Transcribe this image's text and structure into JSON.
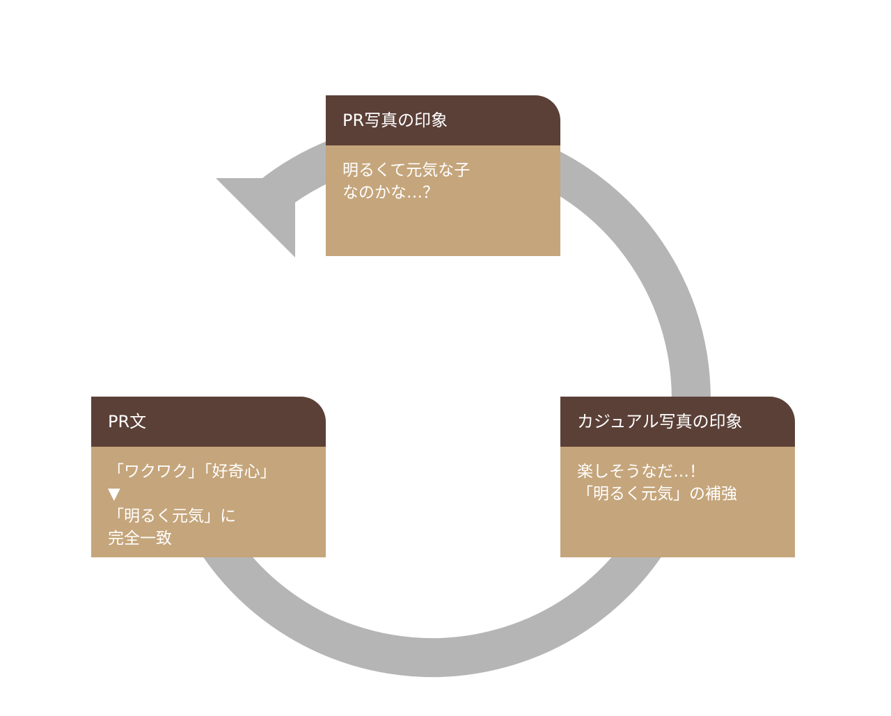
{
  "colors": {
    "header_bg": "#5b4037",
    "body_bg": "#c5a57b",
    "arrow": "#b5b5b5",
    "text": "#ffffff"
  },
  "cards": [
    {
      "title": "PR写真の印象",
      "lines": [
        "明るくて元気な子",
        "なのかな…？"
      ]
    },
    {
      "title": "カジュアル写真の印象",
      "lines": [
        "楽しそうなだ…！",
        "「明るく元気」の補強"
      ]
    },
    {
      "title": "PR文",
      "lines": [
        "「ワクワク」「好奇心」",
        "▼",
        "「明るく元気」に",
        "完全一致"
      ]
    }
  ]
}
